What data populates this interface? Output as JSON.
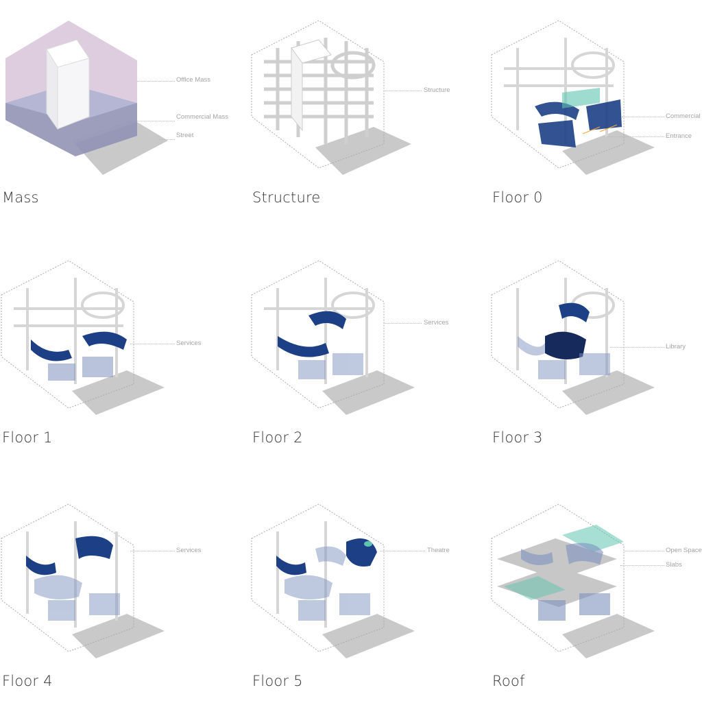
{
  "panels": [
    {
      "title": "Mass",
      "labels": [
        "Office Mass",
        "Commercial Mass",
        "Street"
      ]
    },
    {
      "title": "Structure",
      "labels": [
        "Structure"
      ]
    },
    {
      "title": "Floor 0",
      "labels": [
        "Commercial",
        "Entrance"
      ]
    },
    {
      "title": "Floor 1",
      "labels": [
        "Services"
      ]
    },
    {
      "title": "Floor 2",
      "labels": [
        "Services"
      ]
    },
    {
      "title": "Floor 3",
      "labels": [
        "Library"
      ]
    },
    {
      "title": "Floor 4",
      "labels": [
        "Services"
      ]
    },
    {
      "title": "Floor 5",
      "labels": [
        "Theatre"
      ]
    },
    {
      "title": "Roof",
      "labels": [
        "Open Space",
        "Slabs"
      ]
    }
  ],
  "colors": {
    "office_mass": "#d9c8dc",
    "commercial_mass": "#a7a6c9",
    "street": "#c8c8c8",
    "highlight": "#1c3f86",
    "faded": "#7f93bf",
    "teal": "#5fc4b0",
    "entrance_arrow": "#f2a93b"
  }
}
